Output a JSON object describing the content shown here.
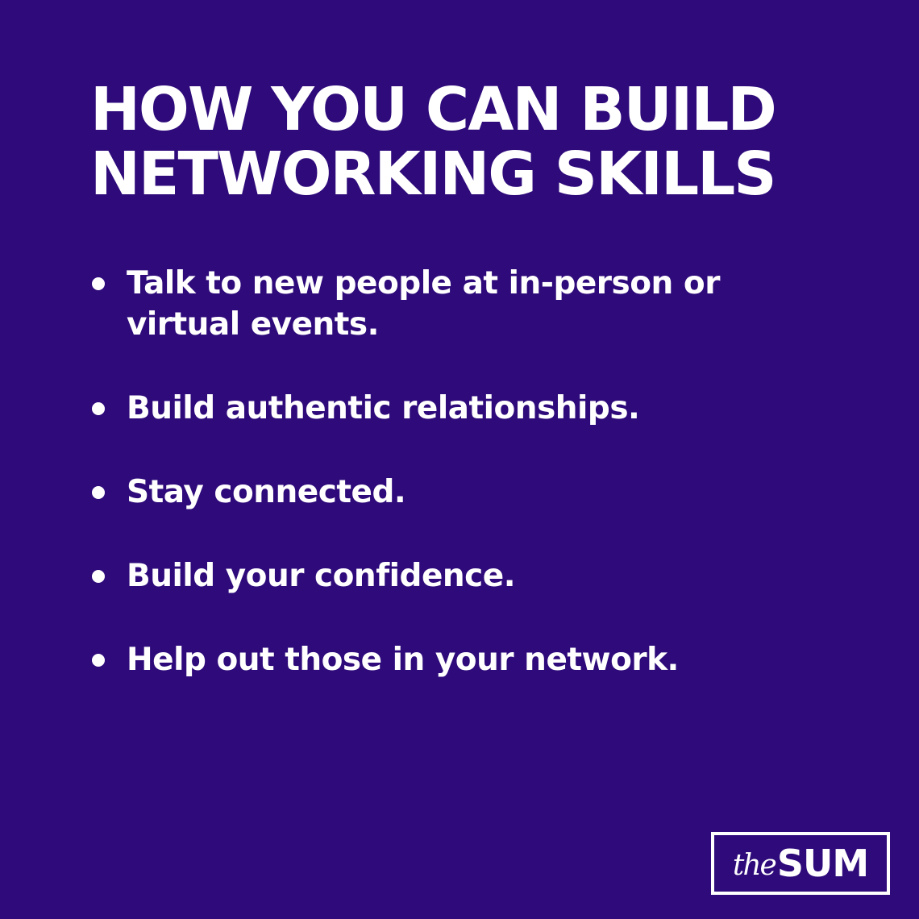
{
  "colors": {
    "background": "#2E0A7A",
    "text": "#FFFFFF"
  },
  "title": {
    "line1": "HOW YOU CAN BUILD",
    "line2": "NETWORKING SKILLS"
  },
  "items": [
    {
      "text": "Talk to new people at in-person or virtual events."
    },
    {
      "text": "Build authentic relationships."
    },
    {
      "text": "Stay connected."
    },
    {
      "text": "Build your confidence."
    },
    {
      "text": "Help out those in your network."
    }
  ],
  "logo": {
    "prefix": "the",
    "brand": "SUM"
  }
}
